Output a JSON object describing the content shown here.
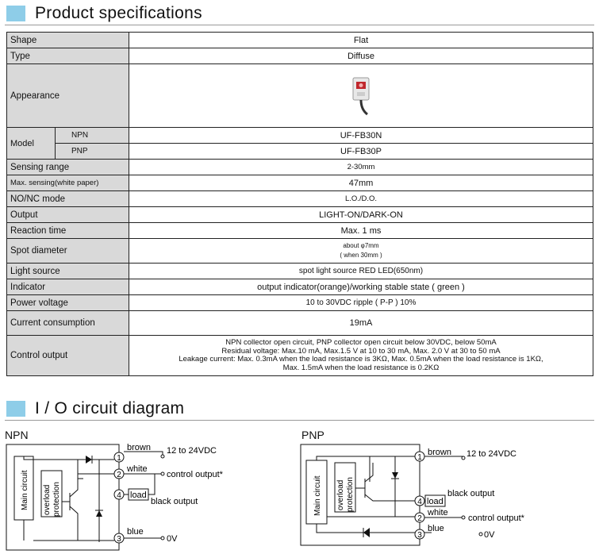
{
  "spec_section": {
    "title": "Product specifications"
  },
  "specs": {
    "shape": {
      "label": "Shape",
      "value": "Flat"
    },
    "type": {
      "label": "Type",
      "value": "Diffuse"
    },
    "appearance": {
      "label": "Appearance"
    },
    "model": {
      "label": "Model",
      "npn_label": "NPN",
      "npn_value": "UF-FB30N",
      "pnp_label": "PNP",
      "pnp_value": "UF-FB30P"
    },
    "sensing_range": {
      "label": "Sensing range",
      "value": "2-30mm"
    },
    "max_sensing": {
      "label": "Max. sensing(white paper)",
      "value": "47mm"
    },
    "no_nc": {
      "label": "NO/NC mode",
      "value": "L.O./D.O."
    },
    "output": {
      "label": "Output",
      "value": "LIGHT-ON/DARK-ON"
    },
    "reaction": {
      "label": "Reaction time",
      "value": "Max. 1 ms"
    },
    "spot": {
      "label": "Spot diameter",
      "value1": "about φ7mm",
      "value2": "( when 30mm )"
    },
    "light_source": {
      "label": "Light source",
      "value": "spot light source RED LED(650nm)"
    },
    "indicator": {
      "label": "Indicator",
      "value": "output indicator(orange)/working stable state ( green )"
    },
    "power": {
      "label": "Power voltage",
      "value": "10 to 30VDC ripple ( P-P ) 10%"
    },
    "current": {
      "label": "Current consumption",
      "value": "19mA"
    },
    "control": {
      "label": "Control output",
      "line1": "NPN collector open circuit, PNP collector open circuit below 30VDC, below 50mA",
      "line2": "Residual voltage: Max.10 mA, Max.1.5 V at 10 to 30 mA, Max. 2.0 V at 30 to 50 mA",
      "line3": "Leakage current: Max. 0.3mA when the load resistance is 3KΩ, Max. 0.5mA when the load resistance is 1KΩ,",
      "line4": "Max. 1.5mA when the load resistance is 0.2KΩ"
    }
  },
  "io_section": {
    "title": "I / O circuit diagram"
  },
  "npn": {
    "title": "NPN",
    "main_circuit": "Main circuit",
    "overload1": "overload",
    "overload2": "protection",
    "brown": "brown",
    "white": "white",
    "blue": "blue",
    "supply": "12 to 24VDC",
    "control_out": "control output*",
    "load": "load",
    "black_out": "black output",
    "zero": "0V",
    "n1": "1",
    "n2": "2",
    "n3": "3",
    "n4": "4"
  },
  "pnp": {
    "title": "PNP",
    "main_circuit": "Main circuit",
    "overload1": "overload",
    "overload2": "protection",
    "brown": "brown",
    "white": "white",
    "blue": "blue",
    "supply": "12 to 24VDC",
    "control_out": "control output*",
    "load": "load",
    "black_out": "black output",
    "zero": "0V",
    "n1": "1",
    "n2": "2",
    "n3": "3",
    "n4": "4"
  },
  "colors": {
    "accent": "#8ecde8",
    "label_bg": "#d9d9d9"
  }
}
